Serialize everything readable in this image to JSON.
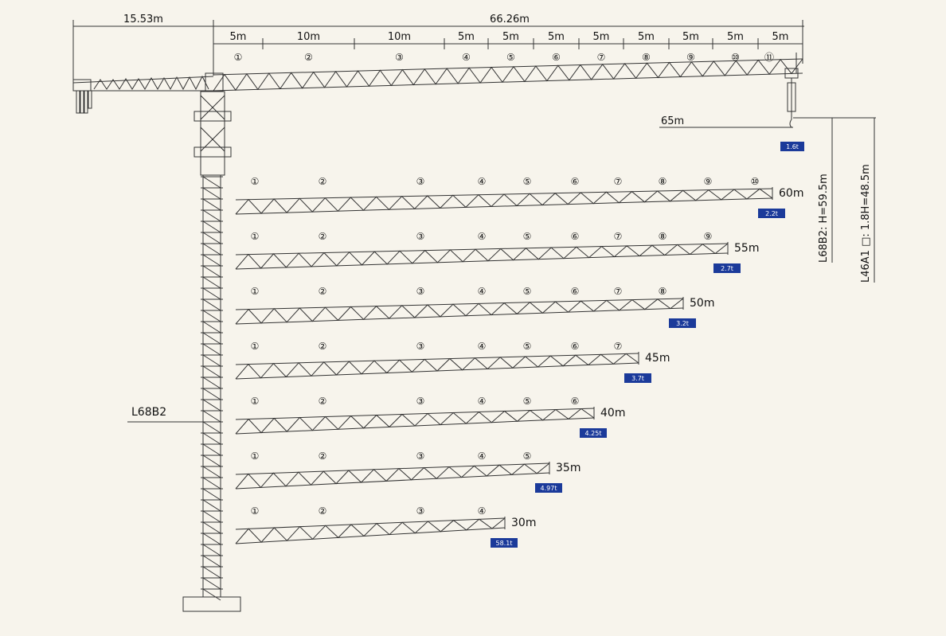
{
  "top_dims": {
    "counter_jib_length": "15.53m",
    "total_length": "66.26m",
    "segments": [
      "5m",
      "10m",
      "10m",
      "5m",
      "5m",
      "5m",
      "5m",
      "5m",
      "5m",
      "5m",
      "5m"
    ]
  },
  "circled_numbers": [
    "①",
    "②",
    "③",
    "④",
    "⑤",
    "⑥",
    "⑦",
    "⑧",
    "⑨",
    "⑩",
    "⑪"
  ],
  "main_jib": {
    "radius": "65m",
    "load": "1.6t"
  },
  "configs": [
    {
      "radius": "60m",
      "load": "2.2t",
      "sections": 10
    },
    {
      "radius": "55m",
      "load": "2.7t",
      "sections": 9
    },
    {
      "radius": "50m",
      "load": "3.2t",
      "sections": 8
    },
    {
      "radius": "45m",
      "load": "3.7t",
      "sections": 7
    },
    {
      "radius": "40m",
      "load": "4.25t",
      "sections": 6
    },
    {
      "radius": "35m",
      "load": "4.97t",
      "sections": 5
    },
    {
      "radius": "30m",
      "load": "58.1t",
      "sections": 4
    }
  ],
  "mast_label": "L68B2",
  "height_labels": [
    "L68B2: H=59.5m",
    "L46A1 □: 1.8H=48.5m"
  ],
  "colors": {
    "tag_bg": "#1b3a9a",
    "line": "#333333",
    "background": "#f7f4ec"
  }
}
